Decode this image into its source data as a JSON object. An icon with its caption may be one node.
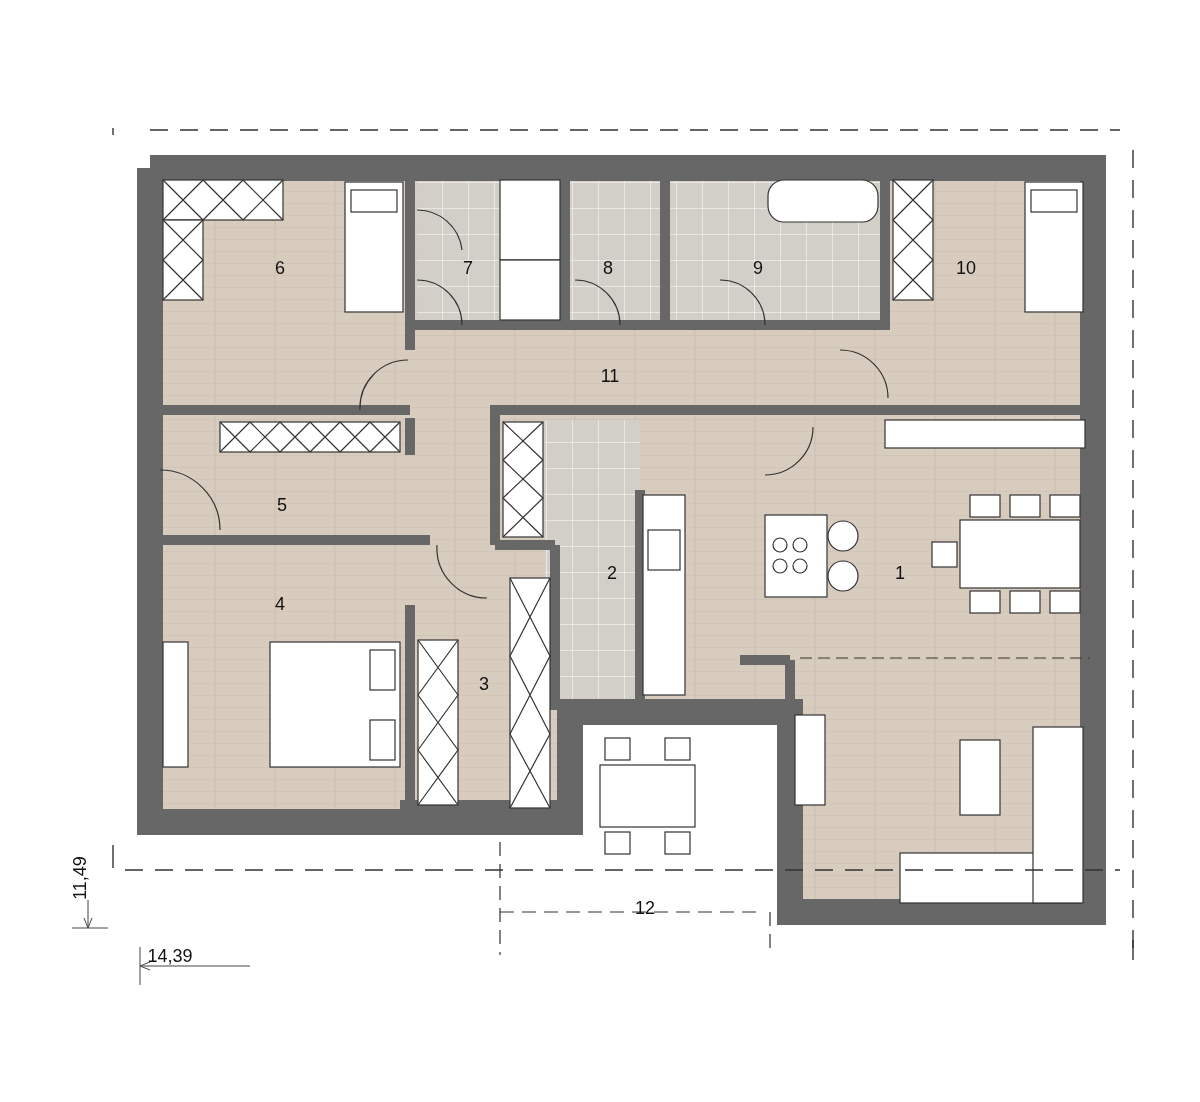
{
  "diagram": {
    "labels": [
      "6",
      "7",
      "8",
      "9",
      "10",
      "11",
      "5",
      "2",
      "1",
      "4",
      "3",
      "12",
      "11,49",
      "14,39"
    ]
  }
}
